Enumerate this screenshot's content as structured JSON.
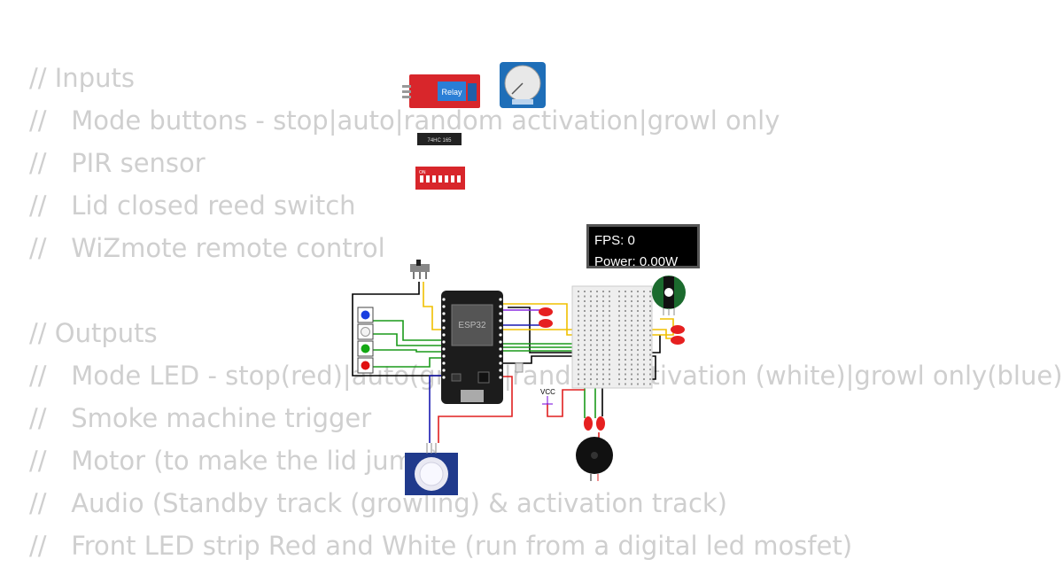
{
  "code_lines": [
    "// Inputs",
    "//   Mode buttons - stop|auto|random activation|growl only",
    "//   PIR sensor",
    "//   Lid closed reed switch",
    "//   WiZmote remote control",
    "",
    "// Outputs",
    "//   Mode LED - stop(red)|auto(green)|random activation (white)|growl only(blue)",
    "//   Smoke machine trigger",
    "//   Motor (to make the lid jump)",
    "//   Audio (Standby track (growling) & activation track)",
    "//   Front LED strip Red and White (run from a digital led mosfet)"
  ],
  "stats": {
    "fps": "FPS: 0",
    "power": "Power: 0.00W"
  },
  "components": {
    "esp32_label": "ESP32",
    "relay_label": "Relay",
    "chip_label": "74HC 165",
    "dip_label": "ON",
    "vcc_label": "VCC"
  },
  "colors": {
    "code_text": "#cfcfcf",
    "board": "#1c1c1c",
    "wire_red": "#e02020",
    "wire_green": "#1a9a1a",
    "wire_yellow": "#f0c000",
    "wire_blue": "#1a1ab0",
    "wire_purple": "#8a2be2",
    "led_red": "#e62020",
    "pot_blue": "#1e6eb8",
    "pir_blue": "#203a8c"
  }
}
